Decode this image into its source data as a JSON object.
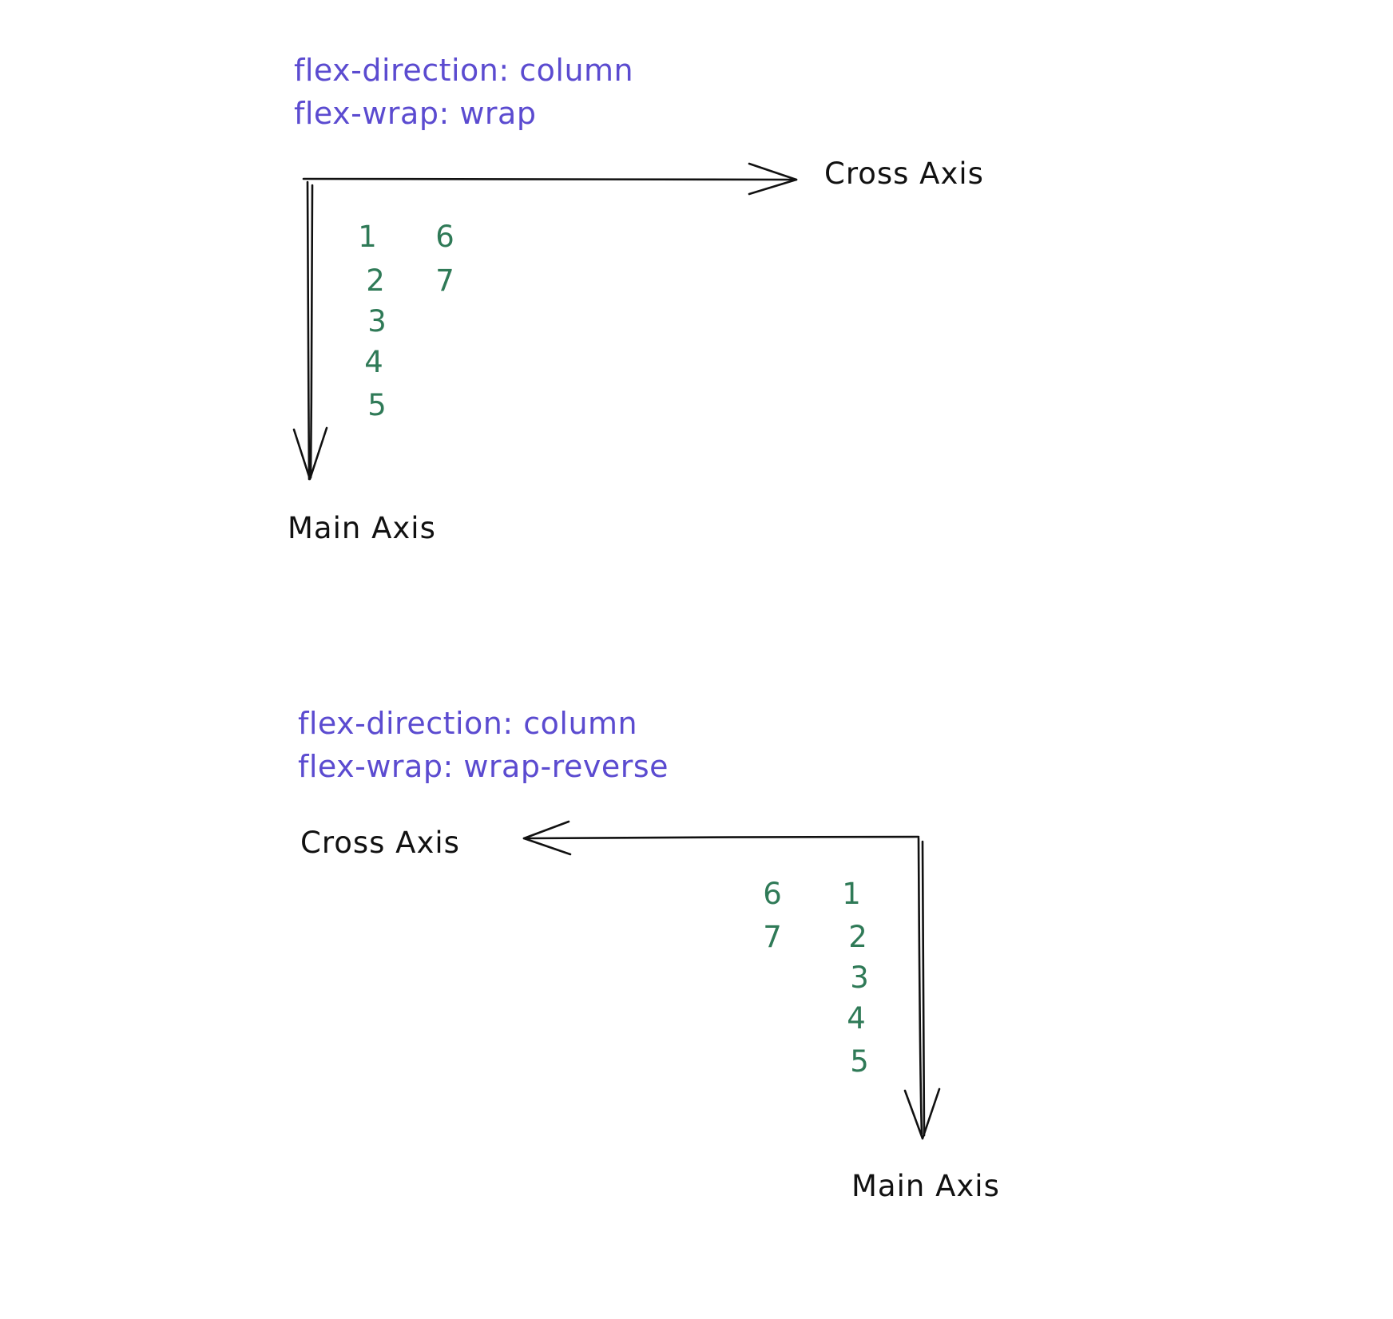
{
  "diagrams": [
    {
      "code": [
        "flex-direction: column",
        "flex-wrap: wrap"
      ],
      "cross_axis_label": "Cross Axis",
      "main_axis_label": "Main Axis",
      "columns": [
        [
          "1",
          "2",
          "3",
          "4",
          "5"
        ],
        [
          "6",
          "7"
        ]
      ]
    },
    {
      "code": [
        "flex-direction: column",
        "flex-wrap: wrap-reverse"
      ],
      "cross_axis_label": "Cross Axis",
      "main_axis_label": "Main Axis",
      "columns": [
        [
          "6",
          "7"
        ],
        [
          "1",
          "2",
          "3",
          "4",
          "5"
        ]
      ]
    }
  ],
  "colors": {
    "code_text": "#5b4bd0",
    "item_text": "#2f7a57",
    "axis_text": "#111111",
    "arrow_stroke": "#111111"
  }
}
